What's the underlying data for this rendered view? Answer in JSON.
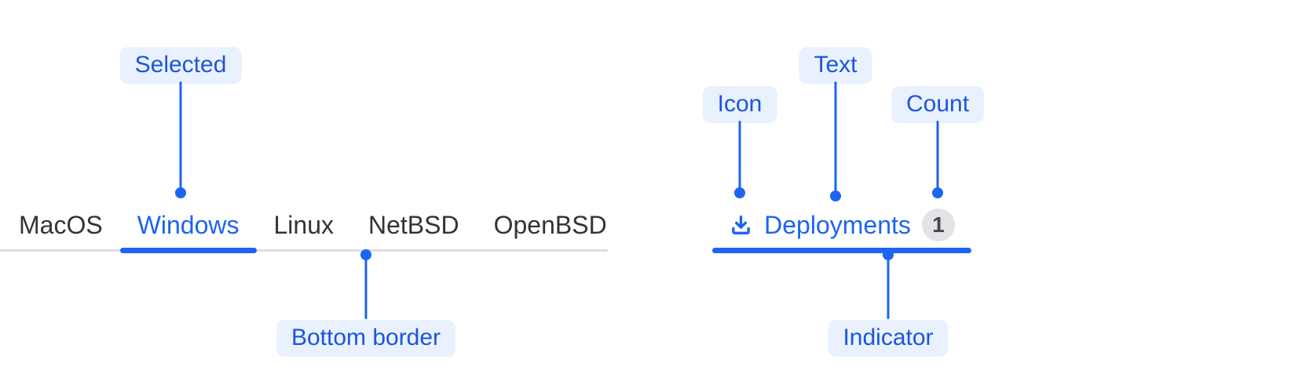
{
  "colors": {
    "accent": "#1c64f2",
    "annotation_text": "#1a56db",
    "annotation_bg": "#eaf1fe",
    "tab_text": "#333238",
    "divider": "#dcdce2",
    "badge_bg": "#e3e3e7",
    "badge_text": "#47484f"
  },
  "tabs_example": {
    "items": [
      {
        "label": "MacOS",
        "selected": false
      },
      {
        "label": "Windows",
        "selected": true
      },
      {
        "label": "Linux",
        "selected": false
      },
      {
        "label": "NetBSD",
        "selected": false
      },
      {
        "label": "OpenBSD",
        "selected": false
      }
    ],
    "annotations": {
      "selected": "Selected",
      "bottom_border": "Bottom border"
    }
  },
  "tab_anatomy": {
    "icon": "download-icon",
    "label": "Deployments",
    "count": "1",
    "annotations": {
      "icon": "Icon",
      "text": "Text",
      "count": "Count",
      "indicator": "Indicator"
    }
  }
}
